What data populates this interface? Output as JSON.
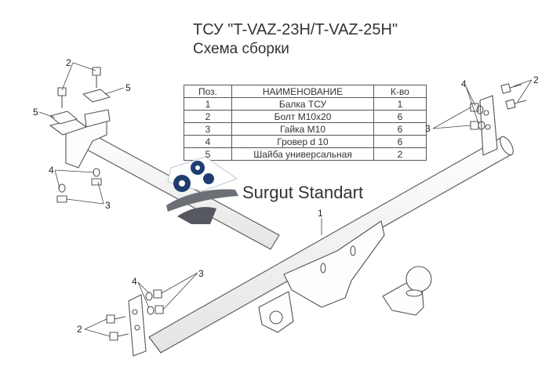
{
  "header": {
    "title": "ТСУ \"T-VAZ-23H/T-VAZ-25H\"",
    "subtitle": "Схема сборки"
  },
  "parts_table": {
    "columns": [
      "Поз.",
      "НАИМЕНОВАНИЕ",
      "К-во"
    ],
    "rows": [
      [
        "1",
        "Балка ТСУ",
        "1"
      ],
      [
        "2",
        "Болт М10х20",
        "6"
      ],
      [
        "3",
        "Гайка  М10",
        "6"
      ],
      [
        "4",
        "Гровер d 10",
        "6"
      ],
      [
        "5",
        "Шайба универсальная",
        "2"
      ]
    ]
  },
  "brand": {
    "name": "Surgut Standart",
    "colors": {
      "navy": "#1f3c6e",
      "gray": "#6b6f76"
    }
  },
  "callouts": {
    "left_bolt_top": "2",
    "left_washer_right": "5",
    "left_washer_left": "5",
    "left_grover": "4",
    "left_nut": "3",
    "right_grover": "4",
    "right_bolt": "2",
    "right_nut": "3",
    "beam": "1",
    "bottom_grover": "4",
    "bottom_nut": "3",
    "bottom_bolt": "2"
  }
}
